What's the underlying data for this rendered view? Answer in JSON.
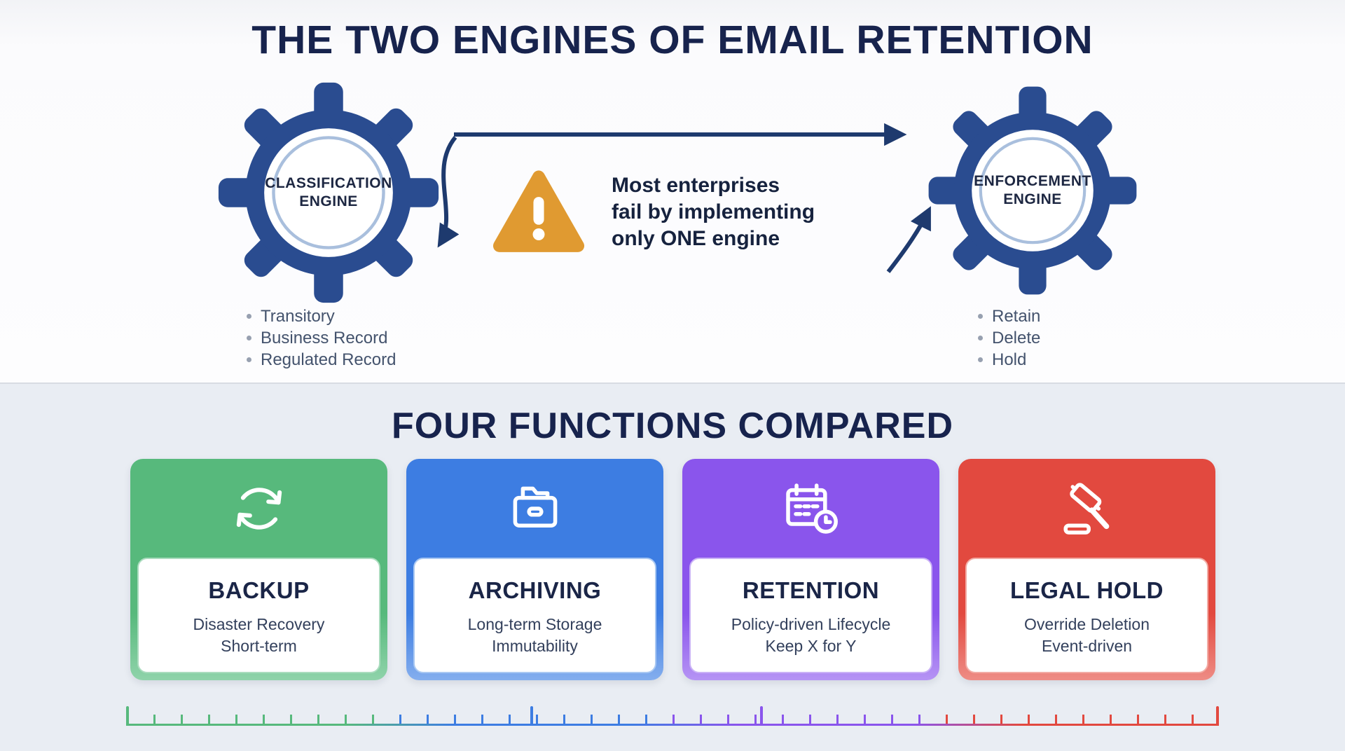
{
  "header": {
    "title": "THE TWO ENGINES OF EMAIL RETENTION"
  },
  "engines": {
    "classification": {
      "name_line1": "CLASSIFICATION",
      "name_line2": "ENGINE",
      "bullets": [
        "Transitory",
        "Business Record",
        "Regulated Record"
      ]
    },
    "enforcement": {
      "name_line1": "ENFORCEMENT",
      "name_line2": "ENGINE",
      "bullets": [
        "Retain",
        "Delete",
        "Hold"
      ]
    },
    "warning": {
      "line1": "Most enterprises",
      "line2": "fail by implementing",
      "line3": "only ONE engine"
    }
  },
  "comparison": {
    "title": "FOUR FUNCTIONS COMPARED",
    "cards": [
      {
        "title": "BACKUP",
        "line1": "Disaster Recovery",
        "line2": "Short-term",
        "color": "#57b97c",
        "icon": "sync-arrows-icon"
      },
      {
        "title": "ARCHIVING",
        "line1": "Long-term Storage",
        "line2": "Immutability",
        "color": "#3d7de2",
        "icon": "archive-box-icon"
      },
      {
        "title": "RETENTION",
        "line1": "Policy-driven Lifecycle",
        "line2": "Keep X for Y",
        "color": "#8a55ec",
        "icon": "calendar-clock-icon"
      },
      {
        "title": "LEGAL HOLD",
        "line1": "Override Deletion",
        "line2": "Event-driven",
        "color": "#e2493f",
        "icon": "gavel-icon"
      }
    ]
  },
  "colors": {
    "navy_text": "#17234d",
    "gear_navy": "#2a4c90",
    "warning_orange": "#e09a31",
    "green": "#57b97c",
    "blue": "#3d7de2",
    "purple": "#8a55ec",
    "red": "#e2493f"
  }
}
